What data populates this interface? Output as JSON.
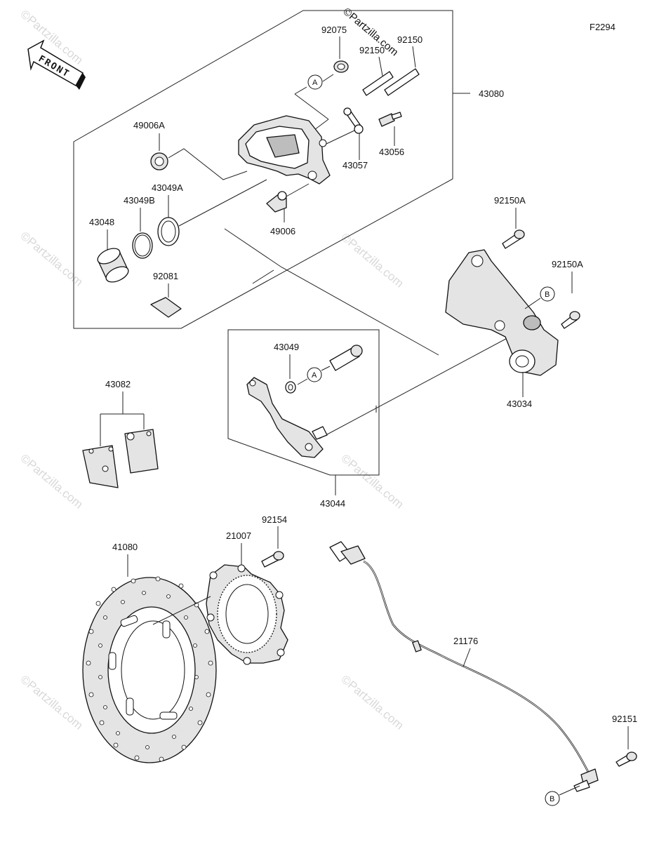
{
  "figure_code": "F2294",
  "front_label": "FRONT",
  "watermark": "©Partzilla.com",
  "ref_markers": {
    "a": "A",
    "b": "B"
  },
  "parts": {
    "p92075": "92075",
    "p92150_1": "92150",
    "p92150_2": "92150",
    "p43080": "43080",
    "p49006A": "49006A",
    "p43056": "43056",
    "p43057": "43057",
    "p43049A": "43049A",
    "p43049B": "43049B",
    "p43048": "43048",
    "p49006": "49006",
    "p92081": "92081",
    "p92150A_1": "92150A",
    "p92150A_2": "92150A",
    "p43049": "43049",
    "p43034": "43034",
    "p43082": "43082",
    "p43044": "43044",
    "p92154": "92154",
    "p21007": "21007",
    "p41080": "41080",
    "p21176": "21176",
    "p92151": "92151"
  }
}
